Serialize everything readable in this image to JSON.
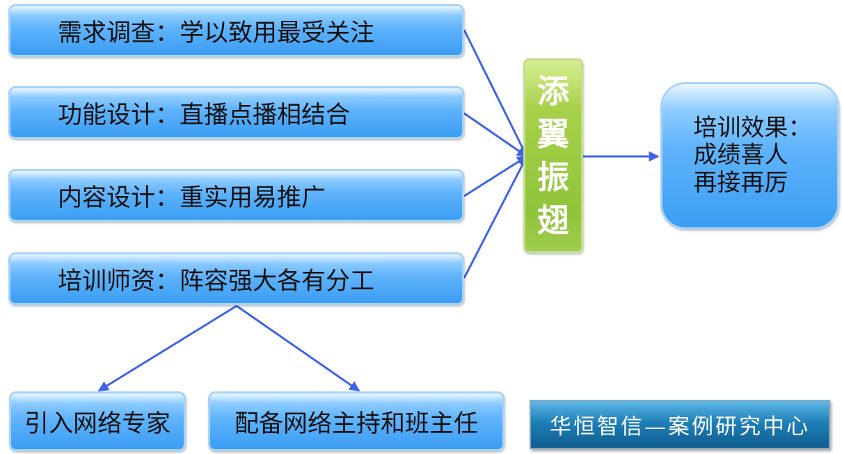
{
  "topics": [
    "需求调查：学以致用最受关注",
    "功能设计：直播点播相结合",
    "内容设计：重实用易推广",
    "培训师资：阵容强大各有分工"
  ],
  "center_label": "添翼振翅",
  "result_label": "培训效果：\n成绩喜人\n再接再厉",
  "sub_items": [
    "引入网络专家",
    "配备网络主持和班主任"
  ],
  "badge": "华恒智信—案例研究中心",
  "colors": {
    "box_fill": "#4aa6f5",
    "box_border": "#a9d3f5",
    "center_fill": "#99c93f",
    "arrow": "#3f63e6",
    "badge_fill": "#1a73ab"
  }
}
